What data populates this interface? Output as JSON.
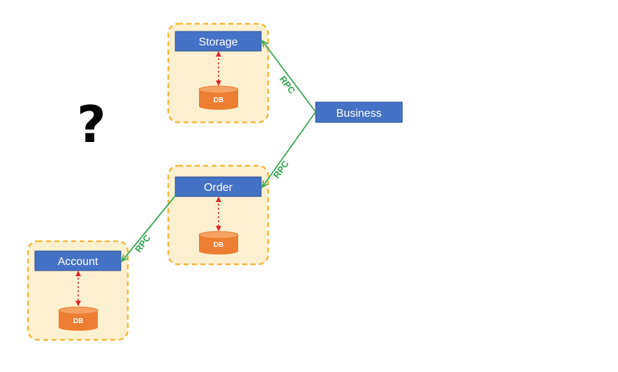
{
  "colors": {
    "service_fill": "#4472c4",
    "service_stroke": "#2f528f",
    "group_fill": "#fdf0cf",
    "group_stroke": "#f5b93b",
    "db_fill": "#ed7d31",
    "db_top": "#f4a163",
    "rpc_line": "#3aa655",
    "local_arrow": "#e0282a"
  },
  "question_mark": "?",
  "services": {
    "storage": {
      "label": "Storage",
      "db": "DB"
    },
    "order": {
      "label": "Order",
      "db": "DB"
    },
    "account": {
      "label": "Account",
      "db": "DB"
    },
    "business": {
      "label": "Business"
    }
  },
  "connections": [
    {
      "from": "business",
      "to": "storage",
      "label": "RPC"
    },
    {
      "from": "business",
      "to": "order",
      "label": "RPC"
    },
    {
      "from": "order",
      "to": "account",
      "label": "RPC"
    }
  ]
}
